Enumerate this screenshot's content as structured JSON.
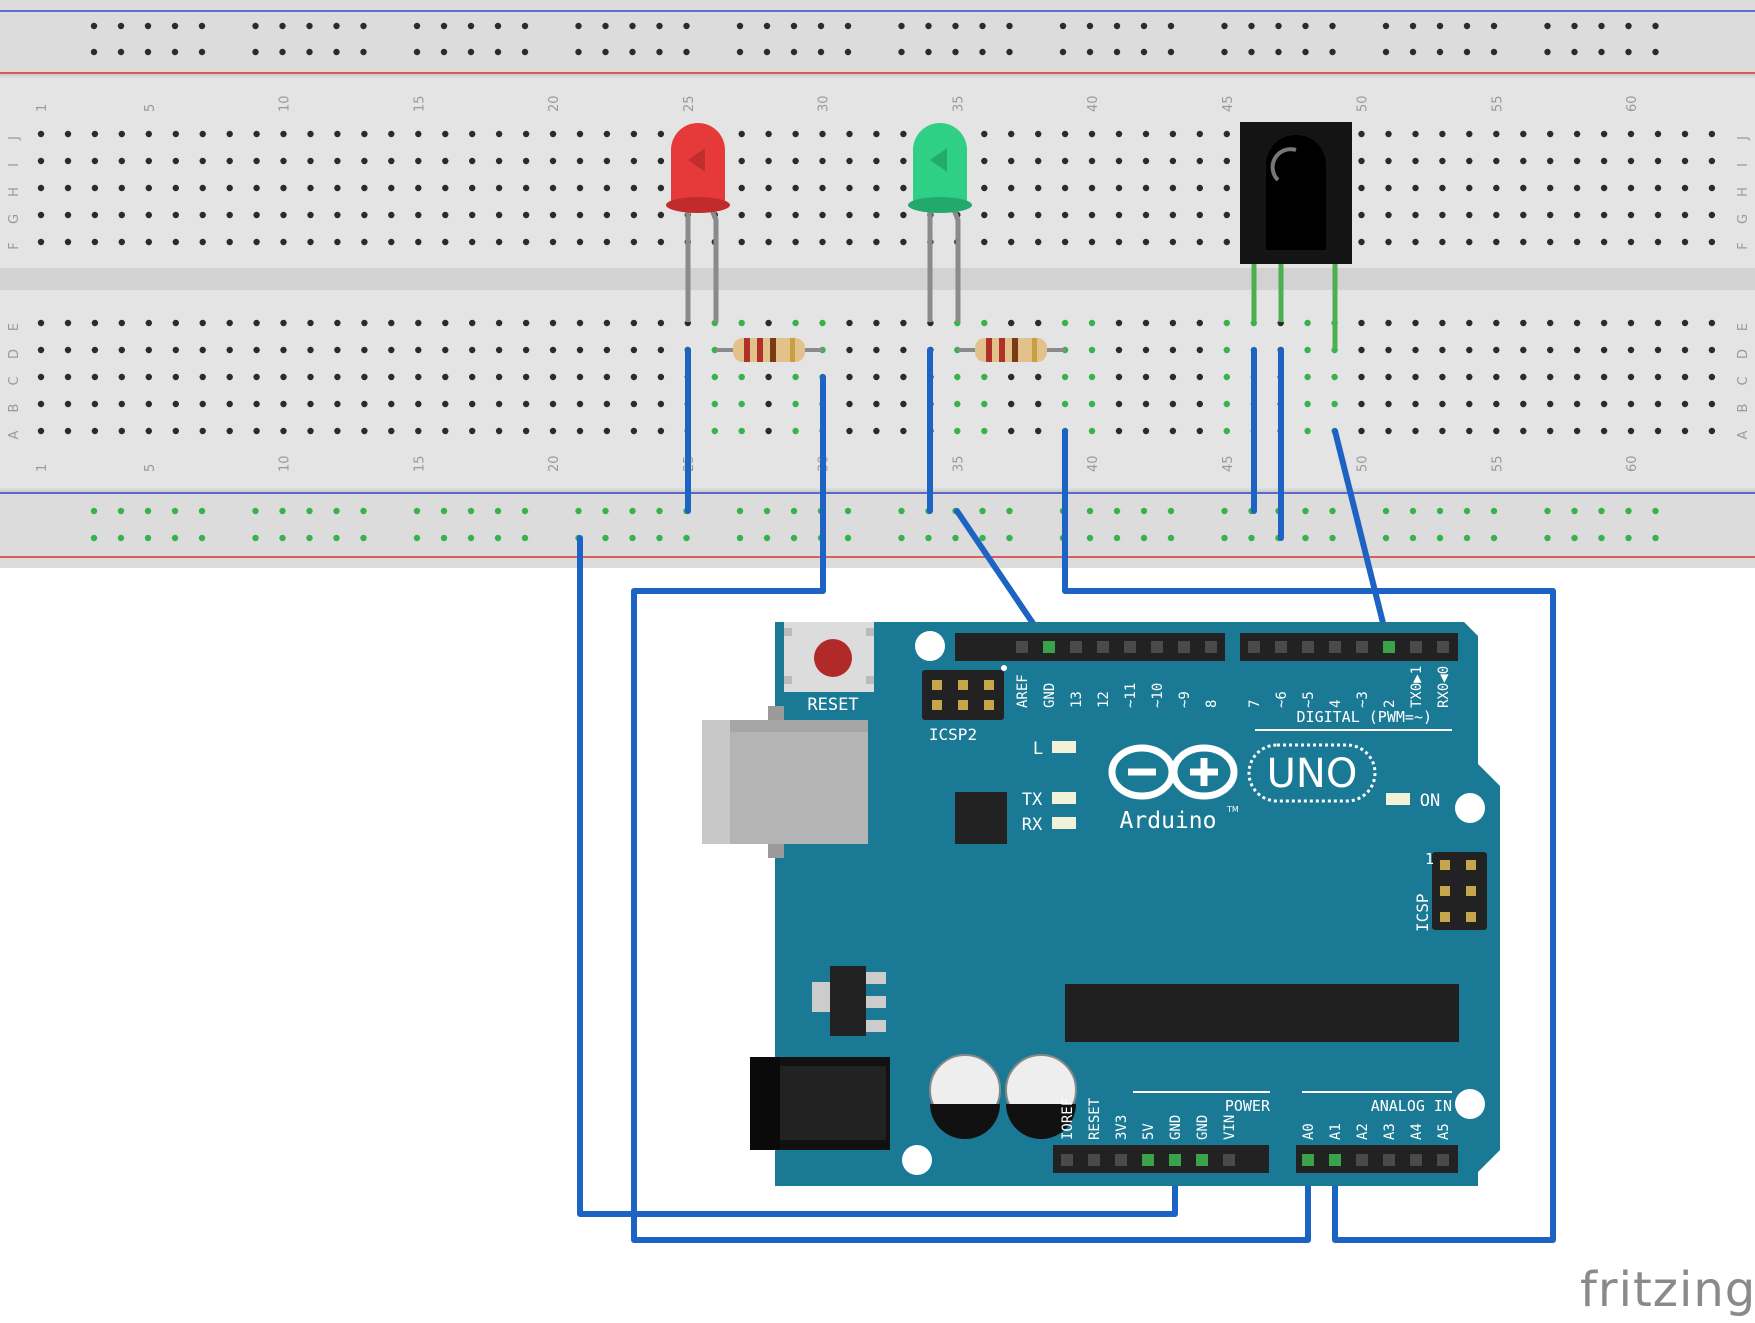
{
  "breadboard": {
    "columns": 63,
    "row_labels_top": [
      "J",
      "I",
      "H",
      "G",
      "F"
    ],
    "row_labels_bottom": [
      "E",
      "D",
      "C",
      "B",
      "A"
    ],
    "column_numbers": [
      "1",
      "5",
      "10",
      "15",
      "20",
      "25",
      "30",
      "35",
      "40",
      "45",
      "50",
      "55",
      "60"
    ]
  },
  "components": {
    "led_red": {
      "name": "red LED",
      "color": "#e63a3a"
    },
    "led_green": {
      "name": "green LED",
      "color": "#2fcf86"
    },
    "ir_receiver": {
      "name": "IR receiver"
    },
    "resistor_count": 2
  },
  "arduino": {
    "reset_label": "RESET",
    "icsp2_label": "ICSP2",
    "icsp_label": "ICSP",
    "icsp_pin1": "1",
    "led_l": "L",
    "led_tx": "TX",
    "led_rx": "RX",
    "led_on": "ON",
    "logo_text": "Arduino",
    "logo_tm": "TM",
    "model": "UNO",
    "digital_title": "DIGITAL (PWM=~)",
    "digital_pins": [
      "AREF",
      "GND",
      "13",
      "12",
      "~11",
      "~10",
      "~9",
      "8",
      "7",
      "~6",
      "~5",
      "4",
      "~3",
      "2",
      "TX0▶1",
      "RX0◀0"
    ],
    "power_title": "POWER",
    "power_pins": [
      "IOREF",
      "RESET",
      "3V3",
      "5V",
      "GND",
      "GND",
      "VIN"
    ],
    "analog_title": "ANALOG IN",
    "analog_pins": [
      "A0",
      "A1",
      "A2",
      "A3",
      "A4",
      "A5"
    ],
    "board_color": "#1a7a96",
    "wire_color": "#1d63c4"
  },
  "footer": {
    "brand": "fritzing"
  }
}
